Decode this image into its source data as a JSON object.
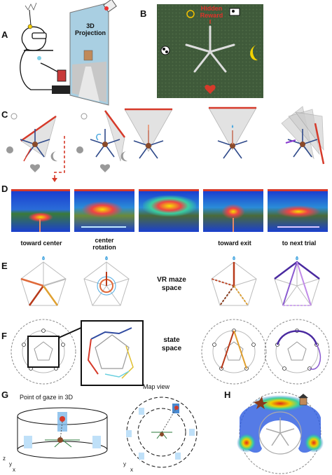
{
  "panels": {
    "A": "A",
    "B": "B",
    "C": "C",
    "D": "D",
    "E": "E",
    "F": "F",
    "G": "G",
    "H": "H"
  },
  "panelA": {
    "projection_label": "3D\nProjection"
  },
  "panelB": {
    "hidden_reward": "Hidden\nReward"
  },
  "captions": {
    "toward_center": "toward center",
    "center_rotation": "center\nrotation",
    "toward_exit": "toward exit",
    "to_next_trial": "to next trial"
  },
  "row_labels": {
    "vr_maze_space": "VR maze\nspace",
    "state_space": "state\nspace"
  },
  "panelG": {
    "point_of_gaze": "Point of gaze in 3D",
    "map_view": "Map view",
    "axis_z": "z",
    "axis_y": "y",
    "axis_x": "x"
  },
  "colors": {
    "reward_red": "#d63a2a",
    "arm_blue": "#2f4a8a",
    "grass": "#3f5a3a",
    "heat_blue": "#1a3fd0"
  }
}
